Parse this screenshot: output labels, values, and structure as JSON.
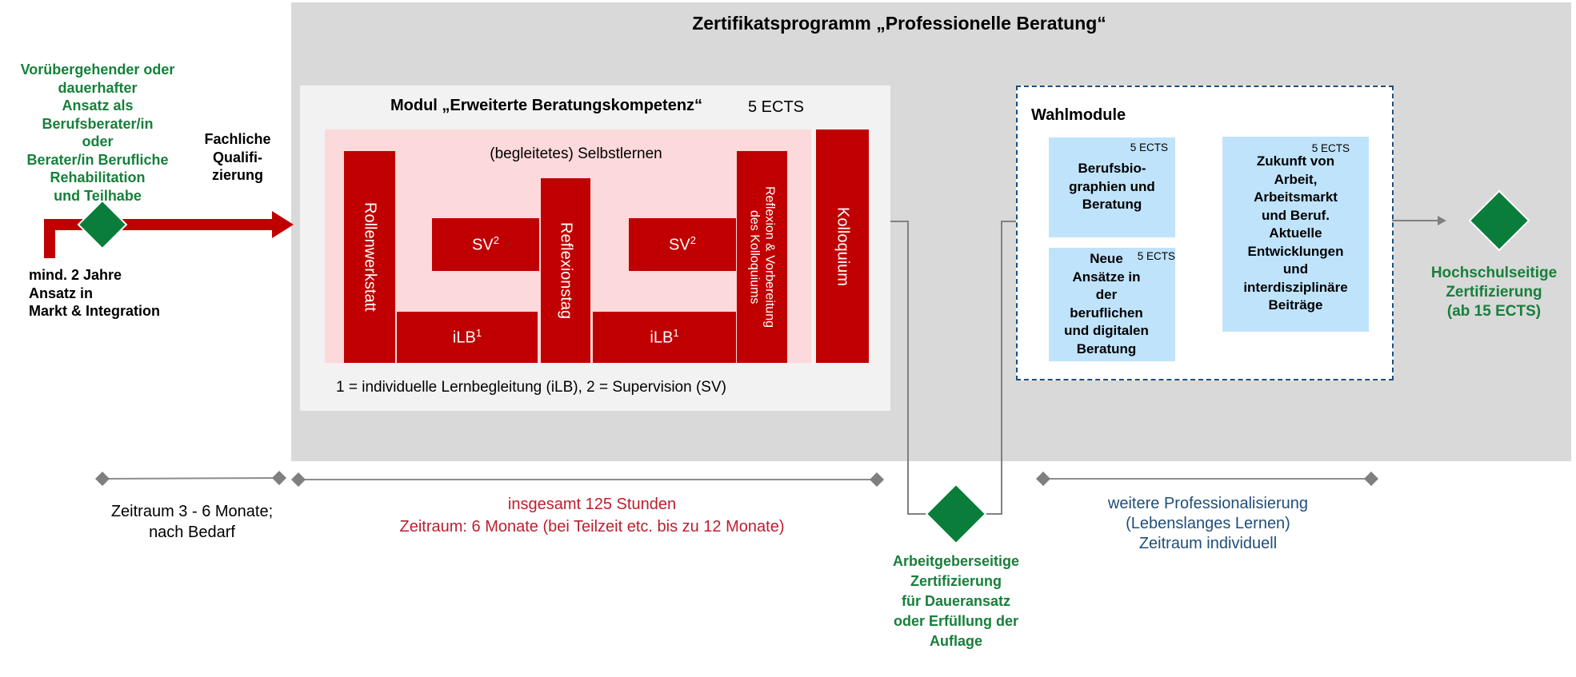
{
  "program": {
    "title": "Zertifikatsprogramm „Professionelle Beratung“"
  },
  "left": {
    "entry_green_lines": [
      "Vorübergehender oder",
      "dauerhafter",
      "Ansatz als",
      "Berufsberater/in",
      "oder",
      "Berater/in Berufliche",
      "Rehabilitation",
      "und Teilhabe"
    ],
    "fachliche_lines": [
      "Fachliche",
      "Qualifi-",
      "zierung"
    ],
    "mind_lines": [
      "mind. 2 Jahre",
      "Ansatz in",
      "Markt & Integration"
    ],
    "zeitraum_lines": [
      "Zeitraum 3 - 6 Monate;",
      "nach Bedarf"
    ]
  },
  "module": {
    "title": "Modul „Erweiterte Beratungskompetenz“",
    "ects": "5 ECTS",
    "selbstlernen": "(begleitetes) Selbstlernen",
    "rollenwerkstatt": "Rollenwerkstatt",
    "sv_label": "SV",
    "sv_sup": "2",
    "ilb_label": "iLB",
    "ilb_sup": "1",
    "reflexionstag": "Reflexionstag",
    "reflexion_lines": [
      "Reflexion & Vorbereitung",
      "des Kolloquiums"
    ],
    "kolloquium": "Kolloquium",
    "footnote": "1 = individuelle Lernbegleitung (iLB), 2 = Supervision (SV)",
    "hours": "insgesamt 125 Stunden",
    "period": "Zeitraum: 6 Monate (bei Teilzeit etc. bis zu 12 Monate)"
  },
  "middle": {
    "cert_lines": [
      "Arbeitgeberseitige",
      "Zertifizierung",
      "für Daueransatz",
      "oder Erfüllung der",
      "Auflage"
    ]
  },
  "wahlmodule": {
    "title": "Wahlmodule",
    "items": [
      {
        "ects": "5 ECTS",
        "lines": [
          "Berufsbio-",
          "graphien und",
          "Beratung"
        ]
      },
      {
        "ects": "5 ECTS",
        "lines": [
          "Neue",
          "Ansätze in",
          "der",
          "beruflichen",
          "und digitalen",
          "Beratung"
        ]
      },
      {
        "ects": "5 ECTS",
        "lines": [
          "Zukunft von",
          "Arbeit,",
          "Arbeitsmarkt",
          "und Beruf.",
          "Aktuelle",
          "Entwicklungen",
          "und",
          "interdisziplinäre",
          "Beiträge"
        ]
      }
    ],
    "further_lines": [
      "weitere Professionalisierung",
      "(Lebenslanges Lernen)",
      "Zeitraum individuell"
    ]
  },
  "right": {
    "cert_lines": [
      "Hochschulseitige",
      "Zertifizierung",
      "(ab 15 ECTS)"
    ]
  },
  "colors": {
    "grey_background": "#d9d9d9",
    "module_background": "#f2f2f2",
    "pink": "#fcd9da",
    "dark_red": "#c00000",
    "green": "#16803a",
    "diamond_green": "#0a7d3b",
    "light_blue": "#bfe3fb",
    "navy": "#1f4e79"
  },
  "icons": [
    "diamond-icon",
    "arrow-right-icon",
    "diamond-marker-icon"
  ]
}
